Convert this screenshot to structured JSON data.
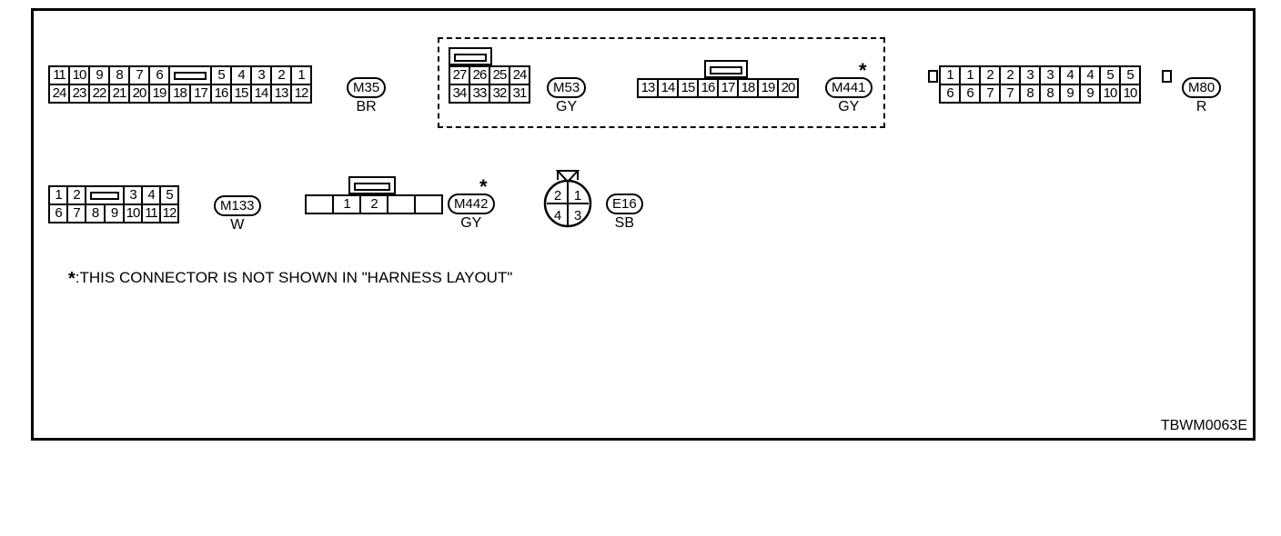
{
  "diagram_code": "TBWM0063E",
  "note": {
    "marker": "*",
    "text": ":THIS CONNECTOR IS NOT SHOWN IN \"HARNESS LAYOUT\""
  },
  "connectors": {
    "m35": {
      "id": "M35",
      "color": "BR",
      "top": [
        "11",
        "10",
        "9",
        "8",
        "7",
        "6",
        "",
        "5",
        "4",
        "3",
        "2",
        "1"
      ],
      "bottom": [
        "24",
        "23",
        "22",
        "21",
        "20",
        "19",
        "18",
        "17",
        "16",
        "15",
        "14",
        "13",
        "12"
      ]
    },
    "m53": {
      "id": "M53",
      "color": "GY",
      "top": [
        "27",
        "26",
        "25",
        "24"
      ],
      "bottom": [
        "34",
        "33",
        "32",
        "31"
      ]
    },
    "m441": {
      "id": "M441",
      "color": "GY",
      "marker": "*",
      "row": [
        "13",
        "14",
        "15",
        "16",
        "17",
        "18",
        "19",
        "20"
      ]
    },
    "m80": {
      "id": "M80",
      "color": "R",
      "top": [
        "1",
        "1",
        "2",
        "2",
        "3",
        "3",
        "4",
        "4",
        "5",
        "5"
      ],
      "bottom": [
        "6",
        "6",
        "7",
        "7",
        "8",
        "8",
        "9",
        "9",
        "10",
        "10"
      ]
    },
    "m133": {
      "id": "M133",
      "color": "W",
      "top": [
        "1",
        "2",
        "",
        "3",
        "4",
        "5"
      ],
      "bottom": [
        "6",
        "7",
        "8",
        "9",
        "10",
        "11",
        "12"
      ]
    },
    "m442": {
      "id": "M442",
      "color": "GY",
      "marker": "*",
      "row": [
        "",
        "1",
        "2",
        "",
        ""
      ]
    },
    "e16": {
      "id": "E16",
      "color": "SB",
      "pins": [
        "2",
        "1",
        "4",
        "3"
      ]
    }
  }
}
